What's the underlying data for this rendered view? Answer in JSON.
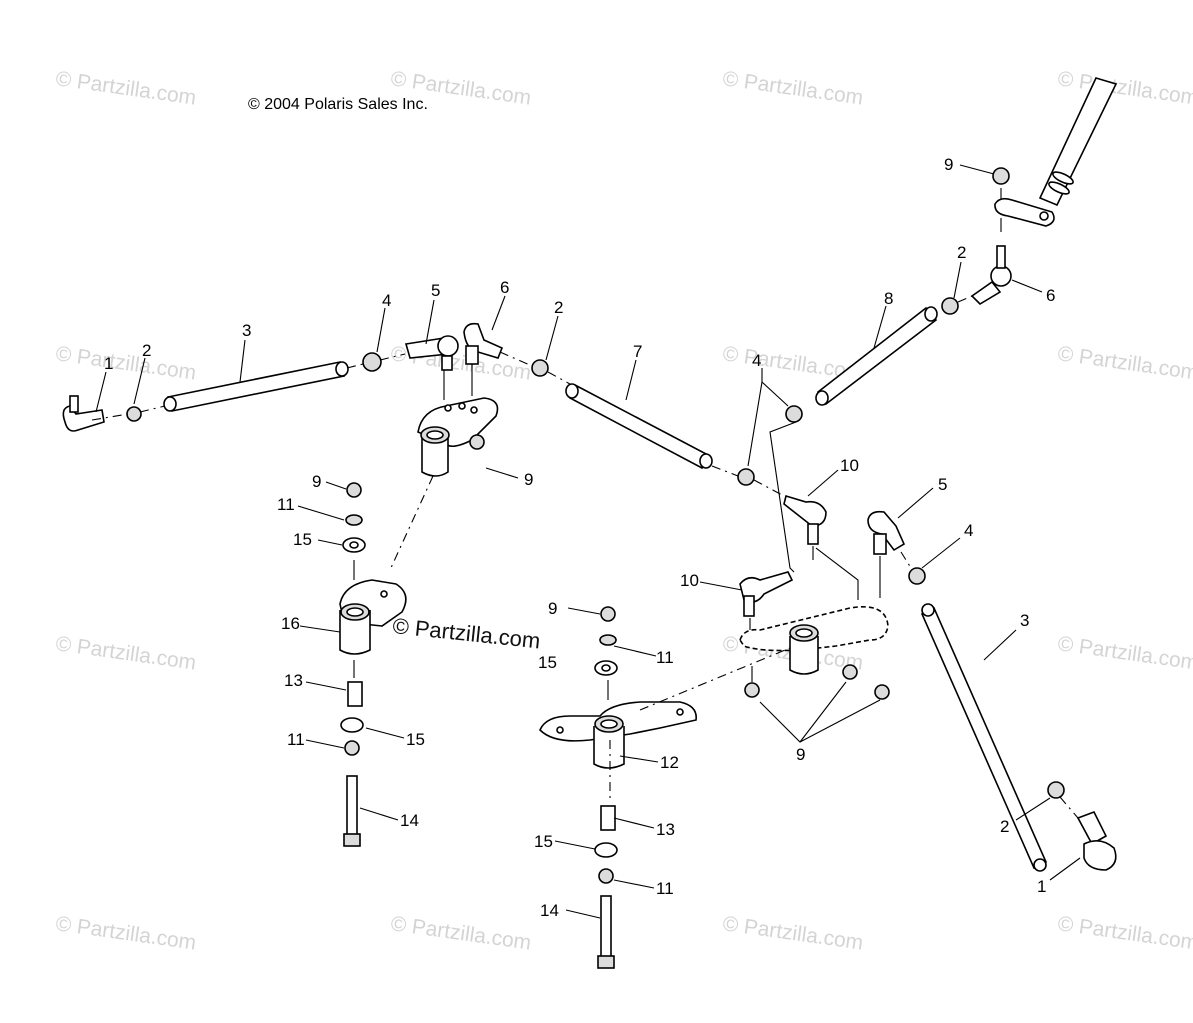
{
  "copyright": "© 2004 Polaris Sales Inc.",
  "watermark": "© Partzilla.com",
  "center_watermark": "© Partzilla.com",
  "callouts": [
    "1",
    "2",
    "3",
    "4",
    "5",
    "6",
    "2",
    "7",
    "4",
    "8",
    "2",
    "6",
    "9",
    "9",
    "9",
    "11",
    "15",
    "16",
    "13",
    "11",
    "15",
    "14",
    "9",
    "11",
    "15",
    "12",
    "13",
    "15",
    "11",
    "14",
    "10",
    "10",
    "5",
    "4",
    "3",
    "9",
    "2",
    "1"
  ]
}
